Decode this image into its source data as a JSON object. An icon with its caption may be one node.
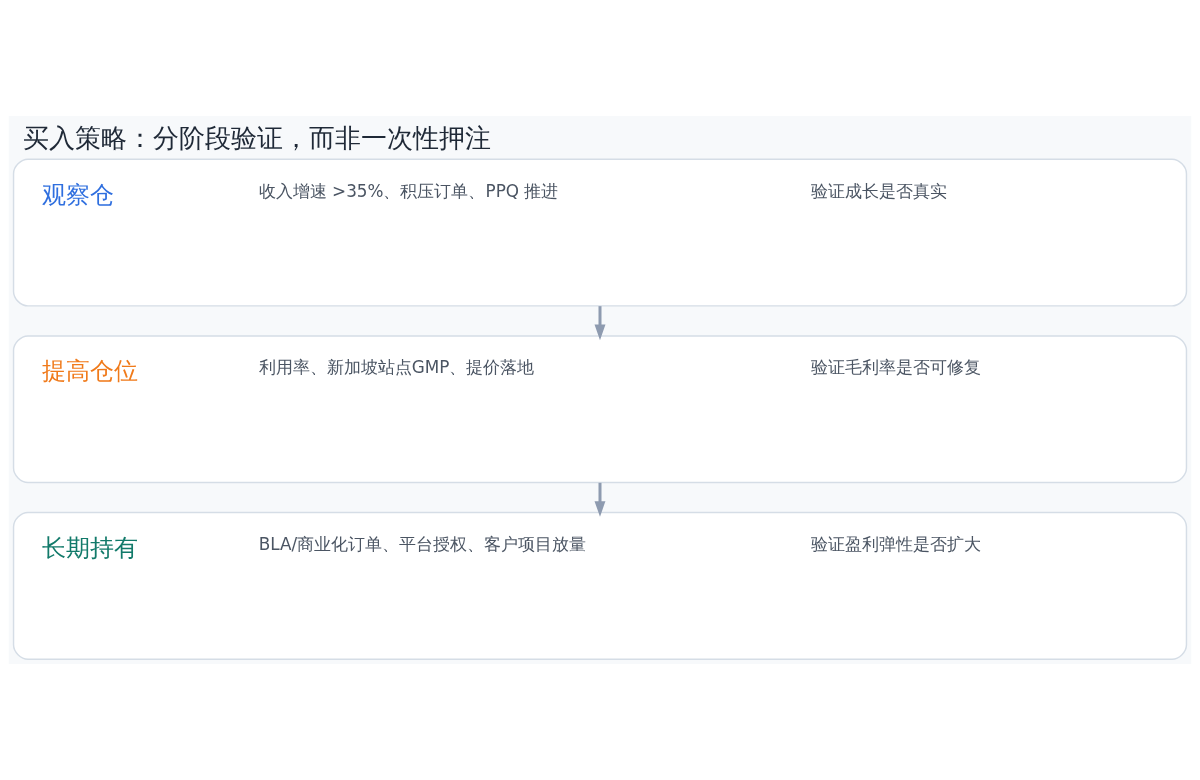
{
  "diagram": {
    "title": "买入策略：分阶段验证，而非一次性押注",
    "nodes": [
      {
        "text": [
          "观察仓",
          "收入增速 >35%、积压订单、PPQ 推进",
          "验证成长是否真实"
        ]
      },
      {
        "text": [
          "提高仓位",
          "利用率、新加坡站点GMP、提价落地",
          "验证毛利率是否可修复"
        ]
      },
      {
        "text": [
          "长期持有",
          "BLA/商业化订单、平台授权、客户项目放量",
          "验证盈利弹性是否扩大"
        ]
      }
    ],
    "edges": [
      {
        "from": 0,
        "to": 1,
        "arrow": "to"
      },
      {
        "from": 1,
        "to": 2,
        "arrow": "to"
      }
    ]
  }
}
